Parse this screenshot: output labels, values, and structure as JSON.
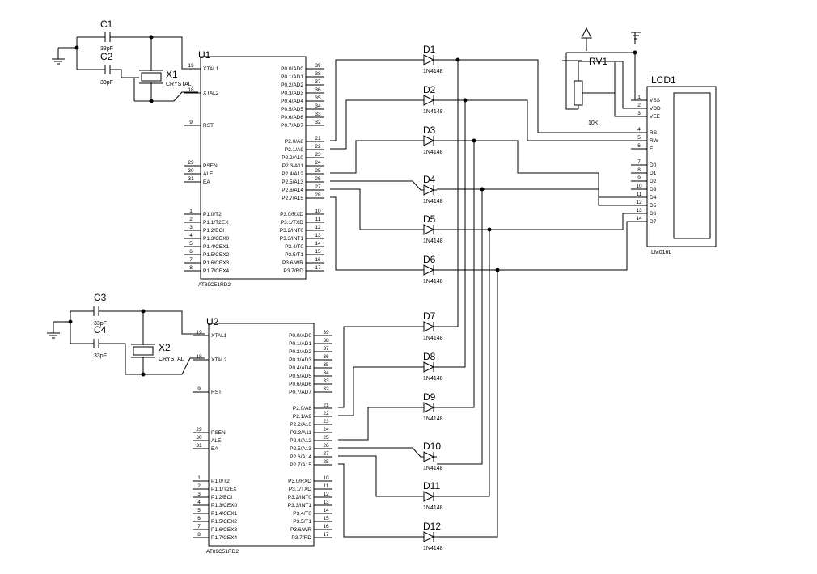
{
  "mcu": {
    "pins_left": [
      {
        "num": "19",
        "name": "XTAL1"
      },
      {
        "num": "18",
        "name": "XTAL2"
      },
      {
        "num": "9",
        "name": "RST"
      },
      {
        "num": "29",
        "name": "PSEN"
      },
      {
        "num": "30",
        "name": "ALE"
      },
      {
        "num": "31",
        "name": "EA"
      },
      {
        "num": "1",
        "name": "P1.0/T2"
      },
      {
        "num": "2",
        "name": "P1.1/T2EX"
      },
      {
        "num": "3",
        "name": "P1.2/ECI"
      },
      {
        "num": "4",
        "name": "P1.3/CEX0"
      },
      {
        "num": "5",
        "name": "P1.4/CEX1"
      },
      {
        "num": "6",
        "name": "P1.5/CEX2"
      },
      {
        "num": "7",
        "name": "P1.6/CEX3"
      },
      {
        "num": "8",
        "name": "P1.7/CEX4"
      }
    ],
    "pins_right": [
      {
        "num": "39",
        "name": "P0.0/AD0"
      },
      {
        "num": "38",
        "name": "P0.1/AD1"
      },
      {
        "num": "37",
        "name": "P0.2/AD2"
      },
      {
        "num": "36",
        "name": "P0.3/AD3"
      },
      {
        "num": "35",
        "name": "P0.4/AD4"
      },
      {
        "num": "34",
        "name": "P0.5/AD5"
      },
      {
        "num": "33",
        "name": "P0.6/AD6"
      },
      {
        "num": "32",
        "name": "P0.7/AD7"
      },
      {
        "num": "21",
        "name": "P2.0/A8"
      },
      {
        "num": "22",
        "name": "P2.1/A9"
      },
      {
        "num": "23",
        "name": "P2.2/A10"
      },
      {
        "num": "24",
        "name": "P2.3/A11"
      },
      {
        "num": "25",
        "name": "P2.4/A12"
      },
      {
        "num": "26",
        "name": "P2.5/A13"
      },
      {
        "num": "27",
        "name": "P2.6/A14"
      },
      {
        "num": "28",
        "name": "P2.7/A15"
      },
      {
        "num": "10",
        "name": "P3.0/RXD"
      },
      {
        "num": "11",
        "name": "P3.1/TXD"
      },
      {
        "num": "12",
        "name": "P3.2/INT0"
      },
      {
        "num": "13",
        "name": "P3.3/INT1"
      },
      {
        "num": "14",
        "name": "P3.4/T0"
      },
      {
        "num": "15",
        "name": "P3.5/T1"
      },
      {
        "num": "16",
        "name": "P3.6/WR"
      },
      {
        "num": "17",
        "name": "P3.7/RD"
      }
    ]
  },
  "u1": {
    "ref": "U1",
    "part": "AT89C51RD2"
  },
  "u2": {
    "ref": "U2",
    "part": "AT89C51RD2"
  },
  "c1": {
    "ref": "C1",
    "value": "33pF"
  },
  "c2": {
    "ref": "C2",
    "value": "33pF"
  },
  "c3": {
    "ref": "C3",
    "value": "33pF"
  },
  "c4": {
    "ref": "C4",
    "value": "33pF"
  },
  "x1": {
    "ref": "X1",
    "value": "CRYSTAL"
  },
  "x2": {
    "ref": "X2",
    "value": "CRYSTAL"
  },
  "rv1": {
    "ref": "RV1",
    "value": "10K"
  },
  "lcd": {
    "ref": "LCD1",
    "part": "LM016L",
    "pins": [
      {
        "num": "1",
        "name": "VSS"
      },
      {
        "num": "2",
        "name": "VDD"
      },
      {
        "num": "3",
        "name": "VEE"
      },
      {
        "num": "4",
        "name": "RS"
      },
      {
        "num": "5",
        "name": "RW"
      },
      {
        "num": "6",
        "name": "E"
      },
      {
        "num": "7",
        "name": "D0"
      },
      {
        "num": "8",
        "name": "D1"
      },
      {
        "num": "9",
        "name": "D2"
      },
      {
        "num": "10",
        "name": "D3"
      },
      {
        "num": "11",
        "name": "D4"
      },
      {
        "num": "12",
        "name": "D5"
      },
      {
        "num": "13",
        "name": "D6"
      },
      {
        "num": "14",
        "name": "D7"
      }
    ]
  },
  "diodes": [
    {
      "ref": "D1",
      "part": "1N4148"
    },
    {
      "ref": "D2",
      "part": "1N4148"
    },
    {
      "ref": "D3",
      "part": "1N4148"
    },
    {
      "ref": "D4",
      "part": "1N4148"
    },
    {
      "ref": "D5",
      "part": "1N4148"
    },
    {
      "ref": "D6",
      "part": "1N4148"
    },
    {
      "ref": "D7",
      "part": "1N4148"
    },
    {
      "ref": "D8",
      "part": "1N4148"
    },
    {
      "ref": "D9",
      "part": "1N4148"
    },
    {
      "ref": "D10",
      "part": "1N4148"
    },
    {
      "ref": "D11",
      "part": "1N4148"
    },
    {
      "ref": "D12",
      "part": "1N4148"
    }
  ]
}
